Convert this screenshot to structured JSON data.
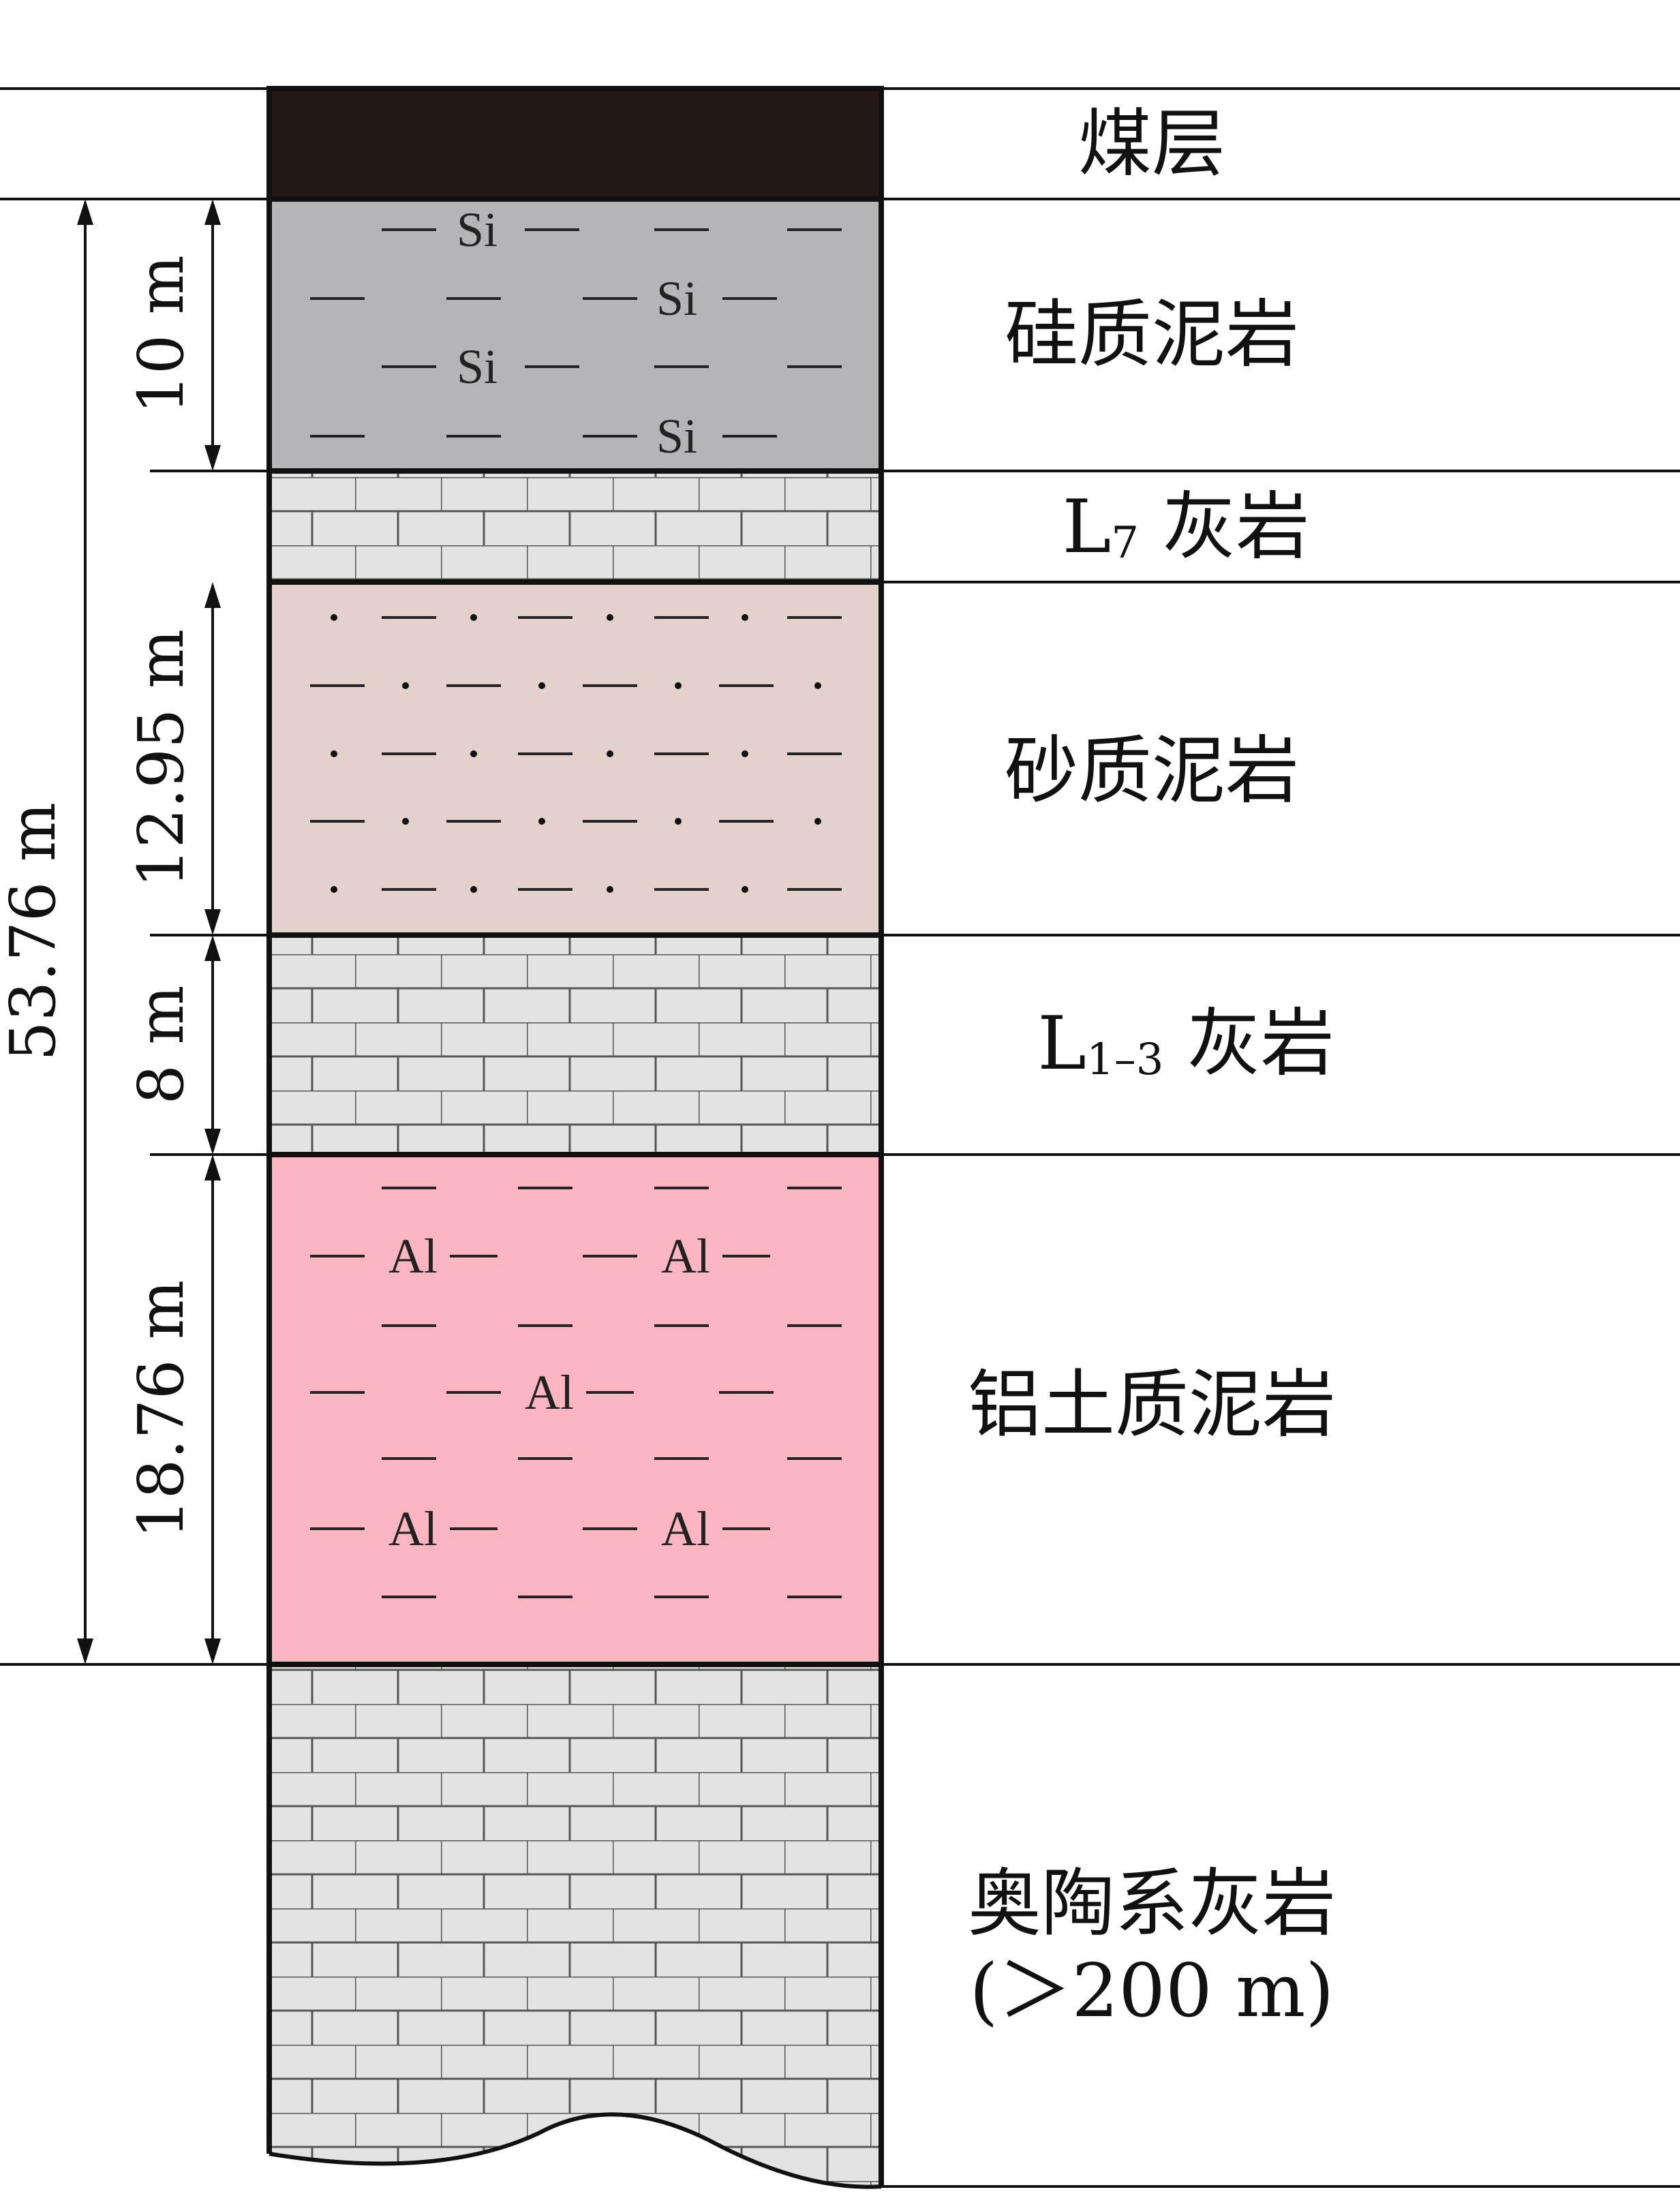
{
  "layers": [
    {
      "id": "coal",
      "name": "煤层",
      "fill": "#231815",
      "pattern": "solid"
    },
    {
      "id": "siliceous",
      "name": "硅质泥岩",
      "fill": "#b5b5b7",
      "pattern": "dash-symbol",
      "symbol": "Si"
    },
    {
      "id": "l7",
      "name": "L7 灰岩",
      "name_main": "L",
      "name_sub": "7",
      "name_rest": " 灰岩",
      "fill": "#e3e3e3",
      "pattern": "brick"
    },
    {
      "id": "sandy",
      "name": "砂质泥岩",
      "fill": "#e3d2cb",
      "pattern": "dot-dash"
    },
    {
      "id": "l13",
      "name": "L1–3 灰岩",
      "name_main": "L",
      "name_sub": "1–3",
      "name_rest": " 灰岩",
      "fill": "#e3e3e3",
      "pattern": "brick"
    },
    {
      "id": "bauxitic",
      "name": "铝土质泥岩",
      "fill": "#fbb6c2",
      "pattern": "dash-symbol",
      "symbol": "Al"
    },
    {
      "id": "ordovician",
      "name_line1": "奥陶系灰岩",
      "name_line2": "(＞200 m)",
      "fill": "#e3e3e3",
      "pattern": "brick"
    }
  ],
  "dimensions": {
    "total": "53.76 m",
    "siliceous": "10 m",
    "sandy": "12.95 m",
    "l13": "8 m",
    "bauxitic": "18.76 m"
  },
  "colors": {
    "line": "#111111",
    "coal": "#231815",
    "grey": "#b5b5b7",
    "tan": "#e3d2cb",
    "pink": "#fbb6c2",
    "limestone": "#e3e3e3"
  }
}
